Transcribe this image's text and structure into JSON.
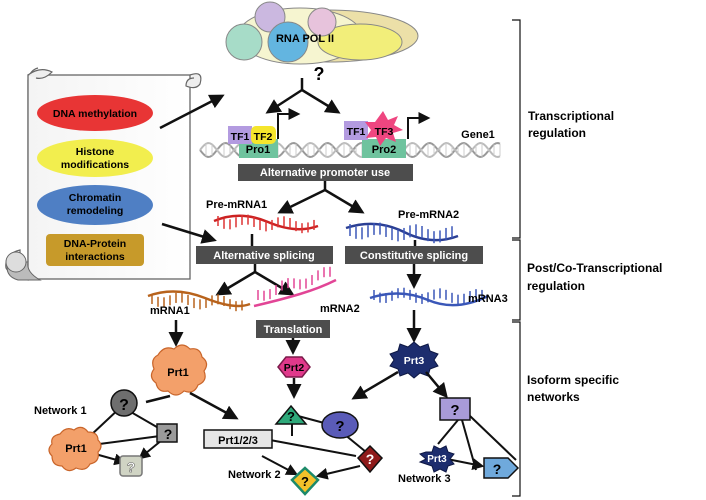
{
  "top": {
    "rna_pol": "RNA POL II",
    "question": "?"
  },
  "scroll": {
    "dna_methylation": "DNA methylation",
    "histone_line1": "Histone",
    "histone_line2": "modifications",
    "chromatin_line1": "Chromatin",
    "chromatin_line2": "remodeling",
    "dna_protein_line1": "DNA-Protein",
    "dna_protein_line2": "interactions"
  },
  "promoters": {
    "tf1_a": "TF1",
    "tf2": "TF2",
    "pro1": "Pro1",
    "tf1_b": "TF1",
    "tf3": "TF3",
    "pro2": "Pro2",
    "gene": "Gene1",
    "alt_promoter": "Alternative promoter use"
  },
  "pre_mrna": {
    "pre1": "Pre-mRNA1",
    "pre2": "Pre-mRNA2",
    "alt_splicing": "Alternative splicing",
    "const_splicing": "Constitutive splicing"
  },
  "mrna": {
    "mrna1": "mRNA1",
    "mrna2": "mRNA2",
    "mrna3": "mRNA3",
    "translation": "Translation"
  },
  "proteins": {
    "prt1": "Prt1",
    "prt2": "Prt2",
    "prt3": "Prt3",
    "prt1_small": "Prt1",
    "prt3_small": "Prt3",
    "prt123": "Prt1/2/3",
    "q": "?"
  },
  "networks": {
    "net1": "Network 1",
    "net2": "Network 2",
    "net3": "Network 3"
  },
  "regulation": {
    "transcriptional_1": "Transcriptional",
    "transcriptional_2": "regulation",
    "post_1": "Post/Co-Transcriptional",
    "post_2": "regulation",
    "isoform_1": "Isoform specific",
    "isoform_2": "networks"
  },
  "colors": {
    "dna_methylation": "#e83535",
    "histone": "#f2ee4e",
    "chromatin": "#4f7fc4",
    "dna_protein": "#c79a2a",
    "banner": "#4d4d4d",
    "prt1": "#f3a06a",
    "prt2": "#e0398b",
    "prt3": "#2a3d8f",
    "mrna1": "#b8631c",
    "mrna2": "#e24596",
    "mrna3": "#3a57b8"
  }
}
